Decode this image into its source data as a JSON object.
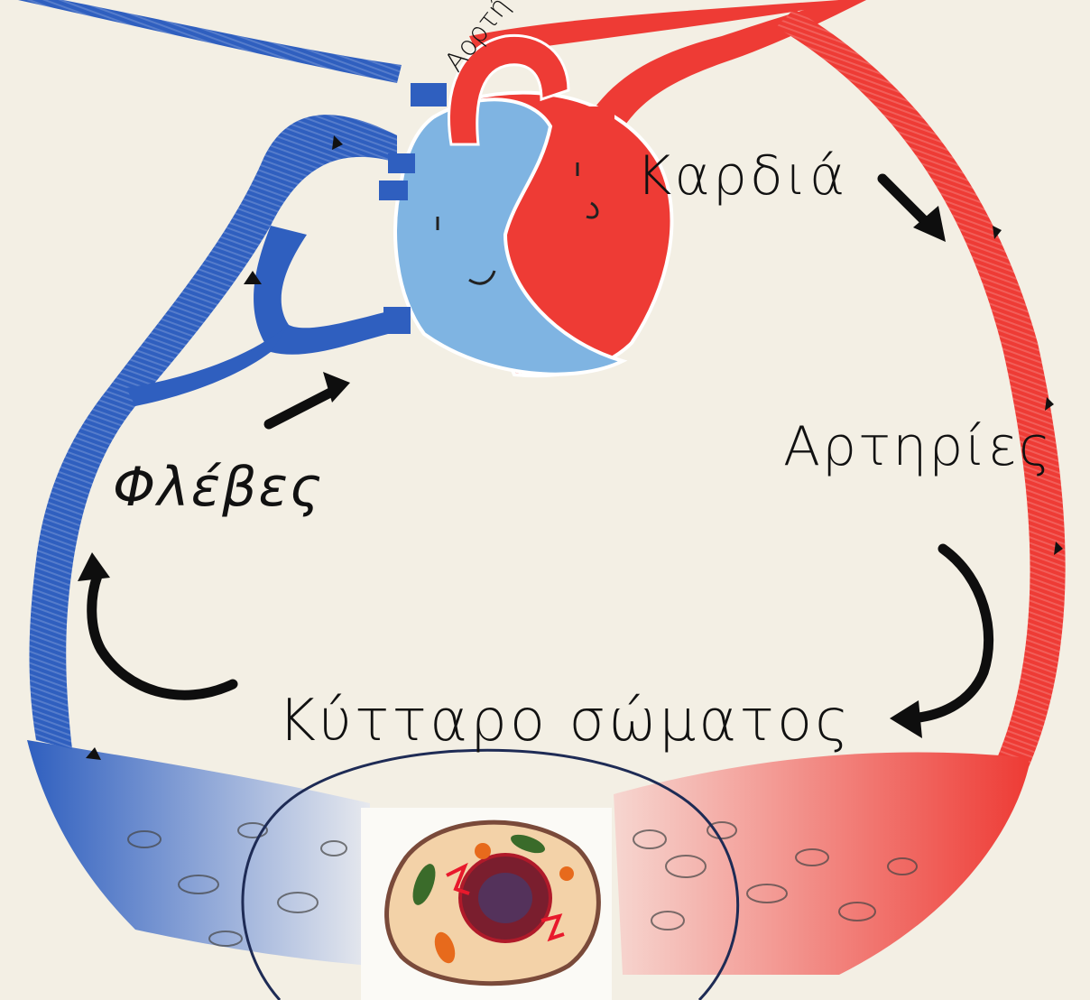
{
  "labels": {
    "aorta": "Αορτή",
    "heart": "Καρδιά",
    "arteries": "Αρτηρίες",
    "veins": "Φλέβες",
    "body_cell": "Κύτταρο σώματος"
  },
  "colors": {
    "background": "#f3efe4",
    "arterial_red": "#ee3b35",
    "venous_blue": "#2f5fbf",
    "heart_light_blue": "#7fb4e2",
    "capillary_outline": "#444444",
    "cell_outline_circle": "#1e2b55"
  }
}
